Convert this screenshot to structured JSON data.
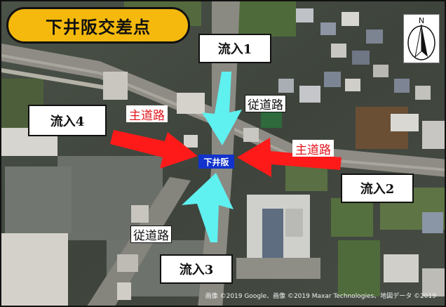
{
  "title": "下井阪交差点",
  "intersection_label": "下井阪",
  "compass": {
    "north_label": "N",
    "icon": "compass-north-arrow-icon"
  },
  "approaches": {
    "inflow1": "流入1",
    "inflow2": "流入2",
    "inflow3": "流入3",
    "inflow4": "流入4"
  },
  "road_types": {
    "main_road_west": "主道路",
    "main_road_east": "主道路",
    "secondary_road_north": "従道路",
    "secondary_road_south": "従道路"
  },
  "attribution": "画像 ©2019 Google、画像 ©2019 Maxar Technologies、地図データ ©2019",
  "colors": {
    "main_road_arrow": "#ff1a1a",
    "secondary_road_arrow": "#5ff0f0",
    "title_background": "#f4b90c",
    "place_label_background": "#1133cc"
  }
}
